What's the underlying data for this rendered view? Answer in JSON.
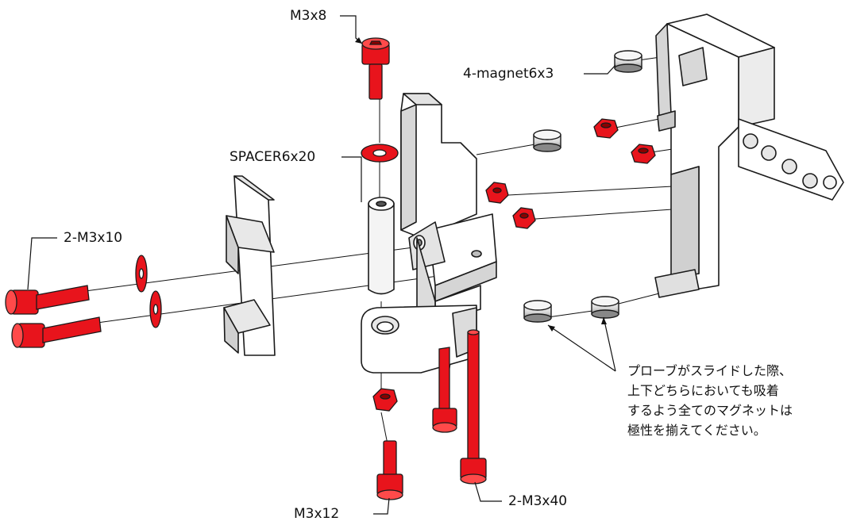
{
  "labels": {
    "screw_top": "M3x8",
    "magnets": "4-magnet6x3",
    "spacer": "SPACER6x20",
    "screws_left": "2-M3x10",
    "screw_bottom": "M3x12",
    "screws_long": "2-M3x40"
  },
  "note": {
    "line1": "プローブがスライドした際、",
    "line2": "上下どちらにおいても吸着",
    "line3": "するよう全てのマグネットは",
    "line4": "極性を揃えてください。"
  },
  "colors": {
    "hardware_red": "#e8141c",
    "part_fill": "#ffffff",
    "part_shade": "#cfcfcf",
    "outline": "#1a1a1a"
  }
}
